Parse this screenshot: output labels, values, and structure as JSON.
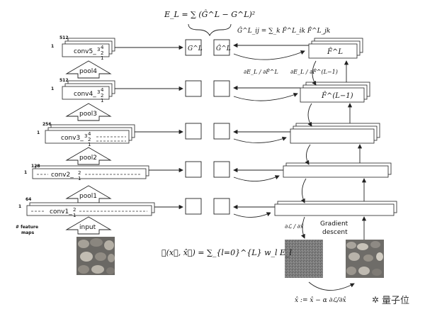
{
  "top_formula": "E_L = ∑ (Ĝ^L − G^L)²",
  "gram_formula": "Ĝ^L_ij = ∑_k F̂^L_ik F̂^L_jk",
  "layers": [
    {
      "name": "conv5_",
      "sub1": "1",
      "sub2": "2",
      "sub3": "3",
      "sub4": "4",
      "channels": "512"
    },
    {
      "name": "conv4_",
      "sub1": "1",
      "sub2": "2",
      "sub3": "3",
      "sub4": "4",
      "channels": "512"
    },
    {
      "name": "conv3_",
      "sub1": "1",
      "sub2": "2",
      "sub3": "3",
      "sub4": "4",
      "channels": "256"
    },
    {
      "name": "conv2_",
      "sub1": "1",
      "sub2": "2",
      "channels": "128"
    },
    {
      "name": "conv1_",
      "sub1": "1",
      "sub2": "2",
      "channels": "64"
    }
  ],
  "row_one": "1",
  "pools": [
    "pool4",
    "pool3",
    "pool2",
    "pool1"
  ],
  "input_label": "input",
  "feature_maps_label": "# feature maps",
  "G_label": "G^L",
  "Ghat_label": "Ĝ^L",
  "dE_dF_label": "∂E_L / ∂F̂^L",
  "dE_dFm1_label": "∂E_L / ∂F̂^(L−1)",
  "Fhat_L": "F̂^L",
  "Fhat_Lm1": "F̂^(L−1)",
  "dL_dx_label": "∂ℒ / ∂x̂",
  "gradient_descent": "Gradient descent",
  "loss_formula": "ℒ(x⃗, x̂⃗) = ∑_{l=0}^{L} w_l E_l",
  "update_formula": "x̂ := x̂ − α ∂ℒ/∂x̂",
  "watermark": "量子位",
  "colors": {
    "stones_base": "#8c8a86",
    "noise": "#7a7a7a"
  }
}
